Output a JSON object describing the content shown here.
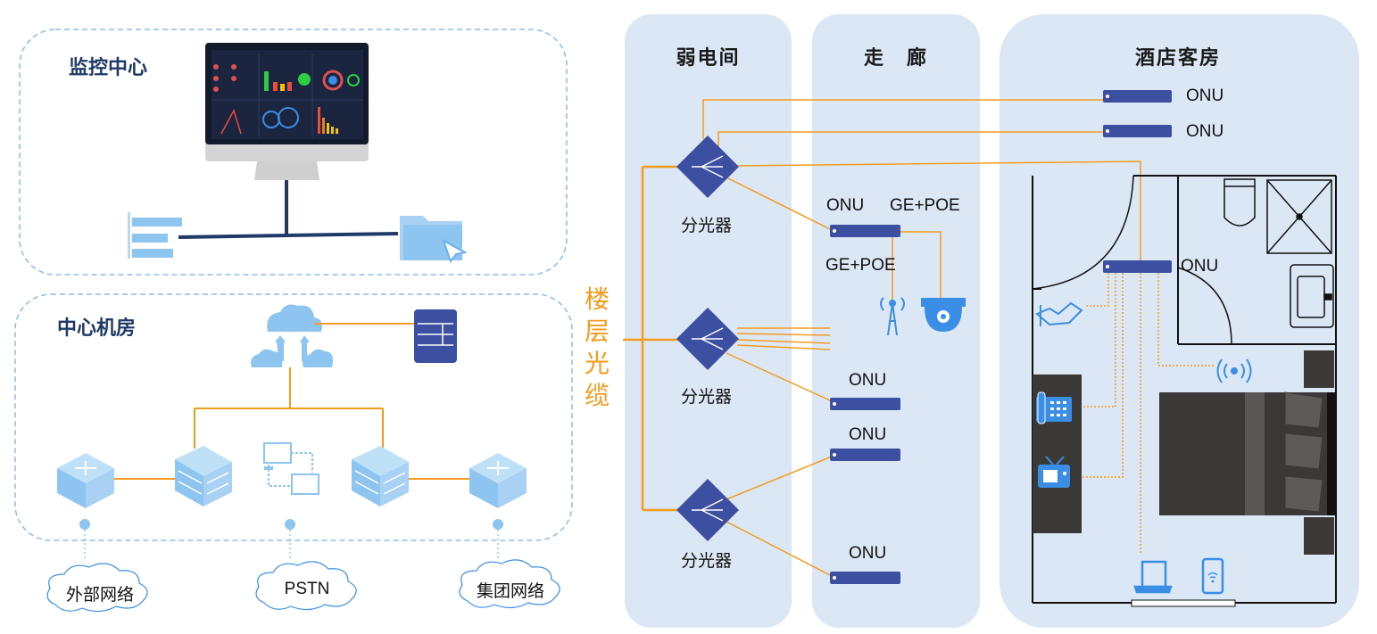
{
  "zones": {
    "monitoring_center": "监控中心",
    "central_room": "中心机房"
  },
  "columns": {
    "weak_current_room": "弱电间",
    "corridor": "走　廊",
    "hotel_room": "酒店客房"
  },
  "vertical_label": "楼层光缆",
  "splitters": [
    "分光器",
    "分光器",
    "分光器"
  ],
  "onu_labels": {
    "room_top_1": "ONU",
    "room_top_2": "ONU",
    "corridor_1": "ONU",
    "corridor_2": "ONU",
    "corridor_3": "ONU",
    "corridor_4": "ONU",
    "in_room": "ONU"
  },
  "poe_labels": [
    "GE+POE",
    "GE+POE"
  ],
  "clouds": [
    "外部网络",
    "PSTN",
    "集团网络"
  ],
  "colors": {
    "fiber": "#f39c1e",
    "panel_blue": "#dbe7f4",
    "device_navy": "#3d4fa0",
    "icon_light_blue": "#8ec5f0",
    "icon_blue": "#3a8ee6",
    "dashed_border": "#8dbbea"
  }
}
